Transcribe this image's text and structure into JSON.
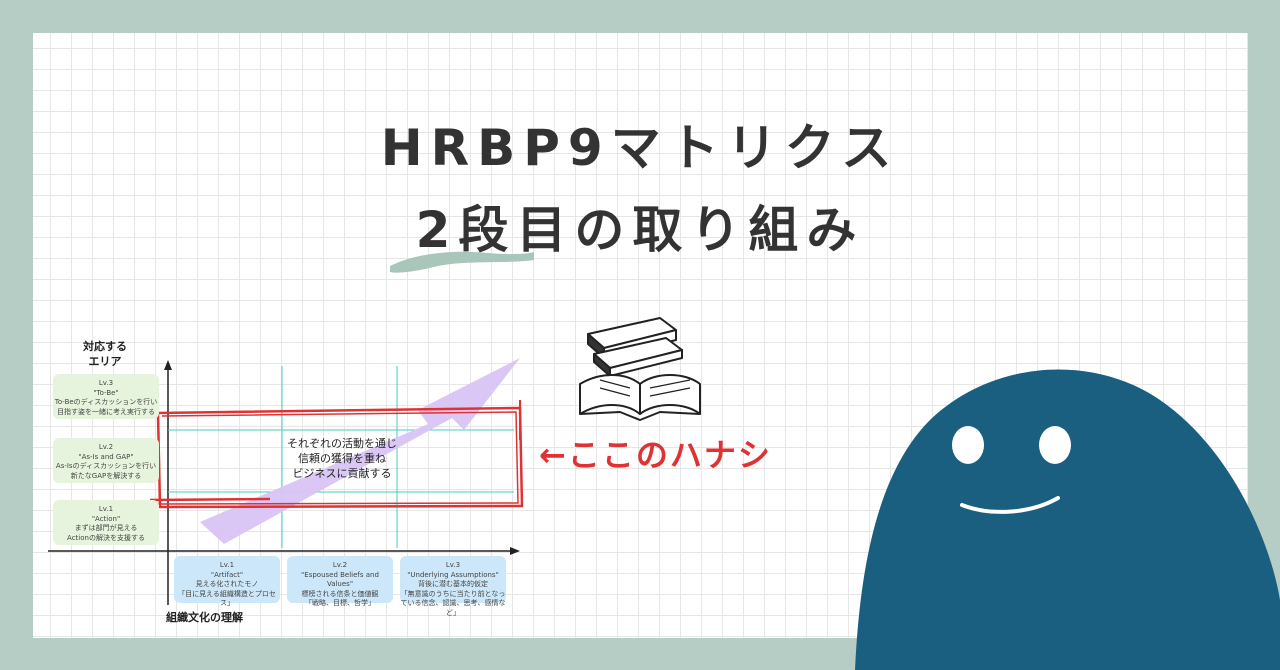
{
  "title": {
    "line1": "HRBP9マトリクス",
    "line2": "2段目の取り組み"
  },
  "colors": {
    "background": "#b5cdc4",
    "accent_red": "#e03232",
    "mascot": "#1a5f80",
    "arrow": "#d8c4f4",
    "grid_line": "#4ec9c0"
  },
  "matrix": {
    "y_axis_label": "対応する\nエリア",
    "x_axis_label": "組織文化の理解",
    "y_levels": [
      {
        "level": "Lv.3",
        "name": "\"To-Be\"",
        "desc1": "To-Beのディスカッションを行い",
        "desc2": "目指す姿を一緒に考え実行する"
      },
      {
        "level": "Lv.2",
        "name": "\"As-Is and GAP\"",
        "desc1": "As-Isのディスカッションを行い",
        "desc2": "新たなGAPを解決する"
      },
      {
        "level": "Lv.1",
        "name": "\"Action\"",
        "desc1": "まずは部門が見える",
        "desc2": "Actionの解決を支援する"
      }
    ],
    "x_levels": [
      {
        "level": "Lv.1",
        "name": "\"Artifact\"",
        "desc1": "見える化されたモノ",
        "desc2": "「目に見える組織構造とプロセス」"
      },
      {
        "level": "Lv.2",
        "name": "\"Espoused Beliefs and Values\"",
        "desc1": "標榜される信条と価値観",
        "desc2": "「戦略、目標、哲学」"
      },
      {
        "level": "Lv.3",
        "name": "\"Underlying Assumptions\"",
        "desc1": "背後に潜む基本的仮定",
        "desc2": "「無意識のうちに当たり前となっている信念、認識、思考、感情など」"
      }
    ],
    "center_text": [
      "それぞれの活動を通じ",
      "信頼の獲得を重ね",
      "ビジネスに貢献する"
    ]
  },
  "callout": "←ここのハナシ",
  "icons": [
    "books-icon",
    "mascot-character"
  ]
}
